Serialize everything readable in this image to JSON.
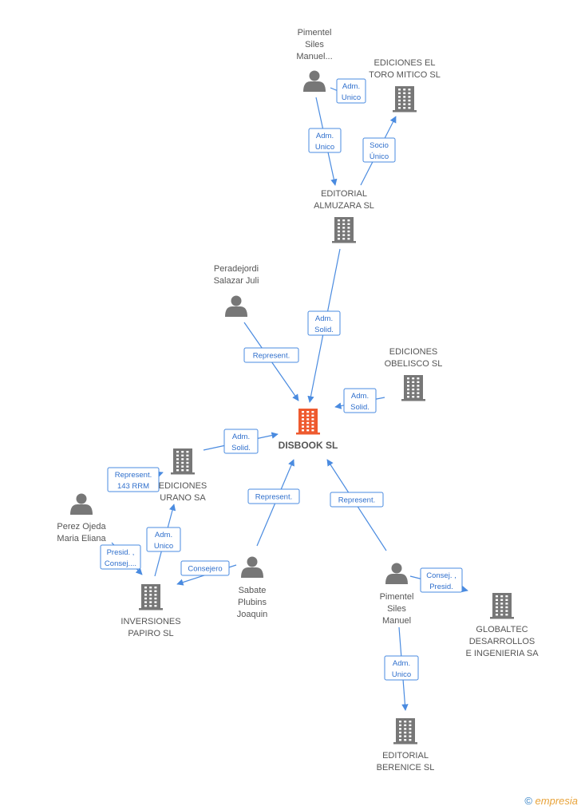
{
  "colors": {
    "edge": "#4a8be0",
    "node": "#777777",
    "main_node": "#ee5a2f"
  },
  "nodes": [
    {
      "id": "disbook",
      "type": "company",
      "main": true,
      "label": [
        "DISBOOK SL"
      ]
    },
    {
      "id": "pimentel1",
      "type": "person",
      "label": [
        "Pimentel",
        "Siles",
        "Manuel..."
      ]
    },
    {
      "id": "toro",
      "type": "company",
      "label": [
        "EDICIONES EL",
        "TORO MITICO SL"
      ]
    },
    {
      "id": "almuzara",
      "type": "company",
      "label": [
        "EDITORIAL",
        "ALMUZARA SL"
      ]
    },
    {
      "id": "peradejordi",
      "type": "person",
      "label": [
        "Peradejordi",
        "Salazar Juli"
      ]
    },
    {
      "id": "obelisco",
      "type": "company",
      "label": [
        "EDICIONES",
        "OBELISCO SL"
      ]
    },
    {
      "id": "urano",
      "type": "company",
      "label": [
        "EDICIONES",
        "URANO SA"
      ]
    },
    {
      "id": "perez",
      "type": "person",
      "label": [
        "Perez Ojeda",
        "Maria Eliana"
      ]
    },
    {
      "id": "papiro",
      "type": "company",
      "label": [
        "INVERSIONES",
        "PAPIRO  SL"
      ]
    },
    {
      "id": "sabate",
      "type": "person",
      "label": [
        "Sabate",
        "Plubins",
        "Joaquin"
      ]
    },
    {
      "id": "pimentel2",
      "type": "person",
      "label": [
        "Pimentel",
        "Siles",
        "Manuel"
      ]
    },
    {
      "id": "globaltec",
      "type": "company",
      "label": [
        "GLOBALTEC",
        "DESARROLLOS",
        "E INGENIERIA SA"
      ]
    },
    {
      "id": "berenice",
      "type": "company",
      "label": [
        "EDITORIAL",
        "BERENICE SL"
      ]
    }
  ],
  "edges": [
    {
      "from": "pimentel1",
      "to": "toro",
      "label": [
        "Adm.",
        "Unico"
      ]
    },
    {
      "from": "pimentel1",
      "to": "almuzara",
      "label": [
        "Adm.",
        "Unico"
      ]
    },
    {
      "from": "almuzara",
      "to": "toro",
      "label": [
        "Socio",
        "Único"
      ]
    },
    {
      "from": "almuzara",
      "to": "disbook",
      "label": [
        "Adm.",
        "Solid."
      ]
    },
    {
      "from": "peradejordi",
      "to": "disbook",
      "label": [
        "Represent."
      ]
    },
    {
      "from": "obelisco",
      "to": "disbook",
      "label": [
        "Adm.",
        "Solid."
      ]
    },
    {
      "from": "urano",
      "to": "disbook",
      "label": [
        "Adm.",
        "Solid."
      ]
    },
    {
      "from": "perez",
      "to": "urano",
      "label": [
        "Represent.",
        "143 RRM"
      ]
    },
    {
      "from": "perez",
      "to": "papiro",
      "label": [
        "Presid. ,",
        "Consej...."
      ]
    },
    {
      "from": "papiro",
      "to": "urano",
      "label": [
        "Adm.",
        "Unico"
      ]
    },
    {
      "from": "sabate",
      "to": "papiro",
      "label": [
        "Consejero"
      ]
    },
    {
      "from": "sabate",
      "to": "disbook",
      "label": [
        "Represent."
      ]
    },
    {
      "from": "pimentel2",
      "to": "disbook",
      "label": [
        "Represent."
      ]
    },
    {
      "from": "pimentel2",
      "to": "globaltec",
      "label": [
        "Consej. ,",
        "Presid."
      ]
    },
    {
      "from": "pimentel2",
      "to": "berenice",
      "label": [
        "Adm.",
        "Unico"
      ]
    }
  ],
  "footer": {
    "copyright": "©",
    "brand": "empresia"
  }
}
